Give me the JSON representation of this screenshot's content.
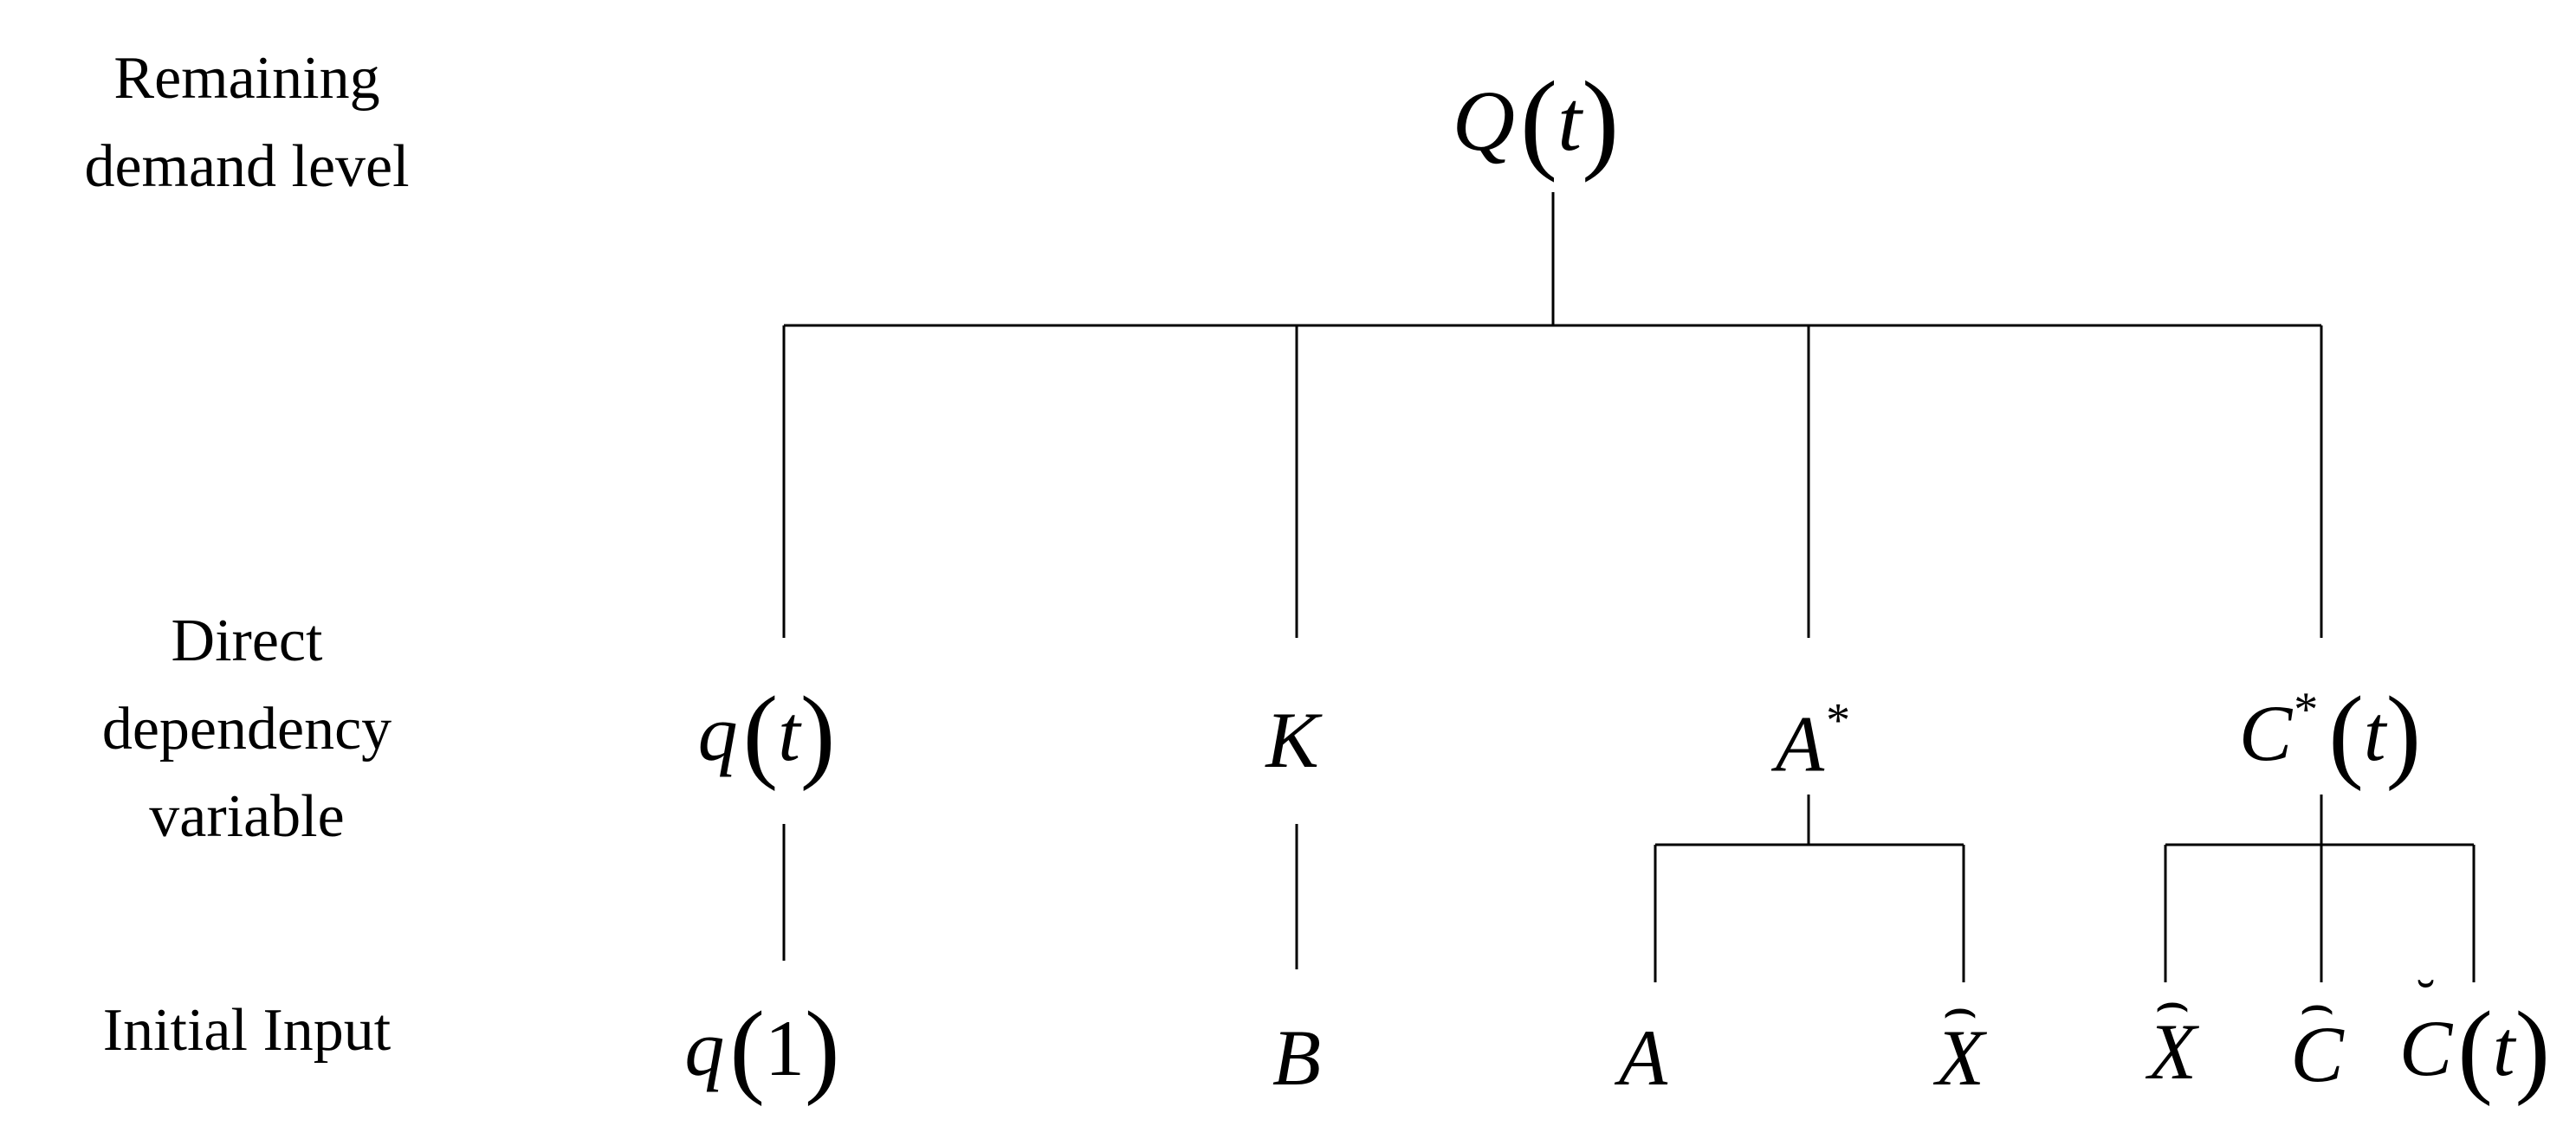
{
  "row_labels": {
    "remaining": [
      "Remaining",
      "demand level"
    ],
    "direct": [
      "Direct",
      "dependency",
      "variable"
    ],
    "initial": [
      "Initial Input"
    ]
  },
  "nodes": {
    "root": {
      "symbol": "Q",
      "arg": "t"
    },
    "q_t": {
      "symbol": "q",
      "arg": "t"
    },
    "K": {
      "symbol": "K"
    },
    "A_star": {
      "symbol": "A",
      "superscript": "*"
    },
    "C_star": {
      "symbol": "C",
      "superscript": "*",
      "arg": "t"
    },
    "q_1": {
      "symbol": "q",
      "arg": "1"
    },
    "B": {
      "symbol": "B"
    },
    "A": {
      "symbol": "A"
    },
    "X_hat_1": {
      "symbol": "X",
      "accent": "⌢"
    },
    "X_hat_2": {
      "symbol": "X",
      "accent": "⌢"
    },
    "C_hat": {
      "symbol": "C",
      "accent": "⌢"
    },
    "C_breve": {
      "symbol": "C",
      "accent": "˘",
      "arg": "t"
    }
  },
  "colors": {
    "line": "#000000",
    "text": "#000000",
    "background": "#ffffff"
  }
}
